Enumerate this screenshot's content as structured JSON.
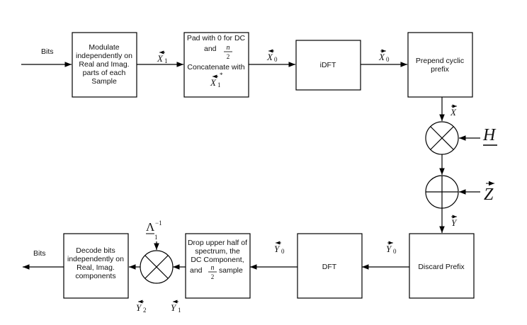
{
  "colors": {
    "line": "#000000",
    "background": "#ffffff"
  },
  "inputs": {
    "bits_in": "Bits",
    "bits_out": "Bits"
  },
  "blocks": {
    "modulate": [
      "Modulate",
      "independently on",
      "Real and Imag.",
      "parts of each",
      "Sample"
    ],
    "pad": {
      "line1": "Pad with 0 for DC",
      "line2": "and",
      "frac_num": "n",
      "frac_den": "2",
      "line3": "Concatenate with"
    },
    "idft": "iDFT",
    "prepend": [
      "Prepend cyclic",
      "prefix"
    ],
    "discard": "Discard Prefix",
    "dft": "DFT",
    "drop": {
      "line1": "Drop upper half of",
      "line2": "spectrum, the",
      "line3": "DC Component,",
      "line4": "and",
      "frac_num": "n",
      "frac_den": "2",
      "line5": "sample"
    },
    "decode": [
      "Decode bits",
      "independently on",
      "Real, Imag.",
      "components"
    ]
  },
  "signals": {
    "X": "X",
    "Y": "Y",
    "H": "H",
    "Z": "Z",
    "Lambda": "Λ",
    "sub0": "0",
    "sub1": "1",
    "sub2": "2",
    "inv": "−1",
    "conj": "*"
  },
  "operators": {
    "mult_channel": "multiply-circle",
    "add_noise": "add-circle",
    "mult_equalizer": "multiply-circle"
  }
}
